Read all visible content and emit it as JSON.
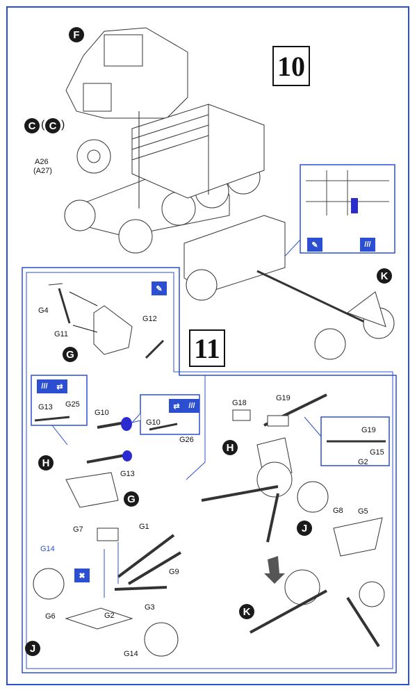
{
  "steps": {
    "step10": "10",
    "step11": "11"
  },
  "parts": {
    "F": "F",
    "C1": "C",
    "C2": "C",
    "A26": "A26",
    "A27": "(A27)",
    "K_top": "K",
    "G4": "G4",
    "G11": "G11",
    "G12": "G12",
    "G_sub1": "G",
    "inset1_G13": "G13",
    "inset1_G25": "G25",
    "G10": "G10",
    "inset2_G10": "G10",
    "inset2_G26": "G26",
    "H_sub": "H",
    "G13": "G13",
    "G_sub2": "G",
    "G18": "G18",
    "G19": "G19",
    "H_right": "H",
    "inset3_G19": "G19",
    "inset3_G15": "G15",
    "inset3_G2": "G2",
    "J_right": "J",
    "G8": "G8",
    "G5": "G5",
    "G7": "G7",
    "G1": "G1",
    "G14_blue": "G14",
    "G9": "G9",
    "G3": "G3",
    "G6": "G6",
    "G2": "G2",
    "G14": "G14",
    "J_sub": "J",
    "K_bottom": "K"
  },
  "icons": [
    "paint-icon",
    "cement-icon",
    "rotate-icon",
    "do-not-glue-icon",
    "arrow-icon"
  ],
  "colors": {
    "frame": "#2b4fd0",
    "highlight": "#2b2bd0",
    "ink": "#111111"
  }
}
